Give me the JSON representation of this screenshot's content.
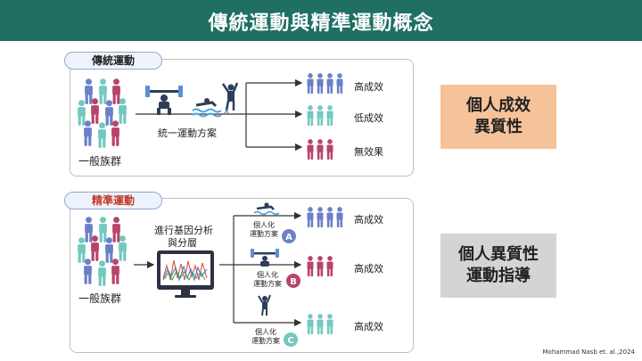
{
  "title": "傳統運動與精準運動概念",
  "colors": {
    "header": "#1f6f63",
    "person_blue": "#6b80c8",
    "person_teal": "#74c8c0",
    "person_red": "#b8446a",
    "accent_orange": "#f6c29a",
    "accent_gray": "#d4d4d4",
    "badge_a": "#6b80c8",
    "badge_b": "#b8446a",
    "badge_c": "#74c8c0"
  },
  "traditional": {
    "tag": "傳統運動",
    "population_label": "一般族群",
    "plan_label": "統一運動方案",
    "outcomes": [
      "高成效",
      "低成效",
      "無效果"
    ]
  },
  "precision": {
    "tag": "精準運動",
    "population_label": "一般族群",
    "process_label_1": "進行基因分析",
    "process_label_2": "與分層",
    "plan_label_1": "個人化",
    "plan_label_2": "運動方案",
    "badges": [
      "A",
      "B",
      "C"
    ],
    "outcomes": [
      "高成效",
      "高成效",
      "高成效"
    ]
  },
  "side": {
    "box1_line1": "個人成效",
    "box1_line2": "異質性",
    "box2_line1": "個人異質性",
    "box2_line2": "運動指導"
  },
  "citation": "Mohammad Nasb et. al.,2024",
  "icons": [
    "weightlifting-icon",
    "swimming-icon",
    "jumping-icon",
    "computer-monitor-icon",
    "person-icon"
  ]
}
